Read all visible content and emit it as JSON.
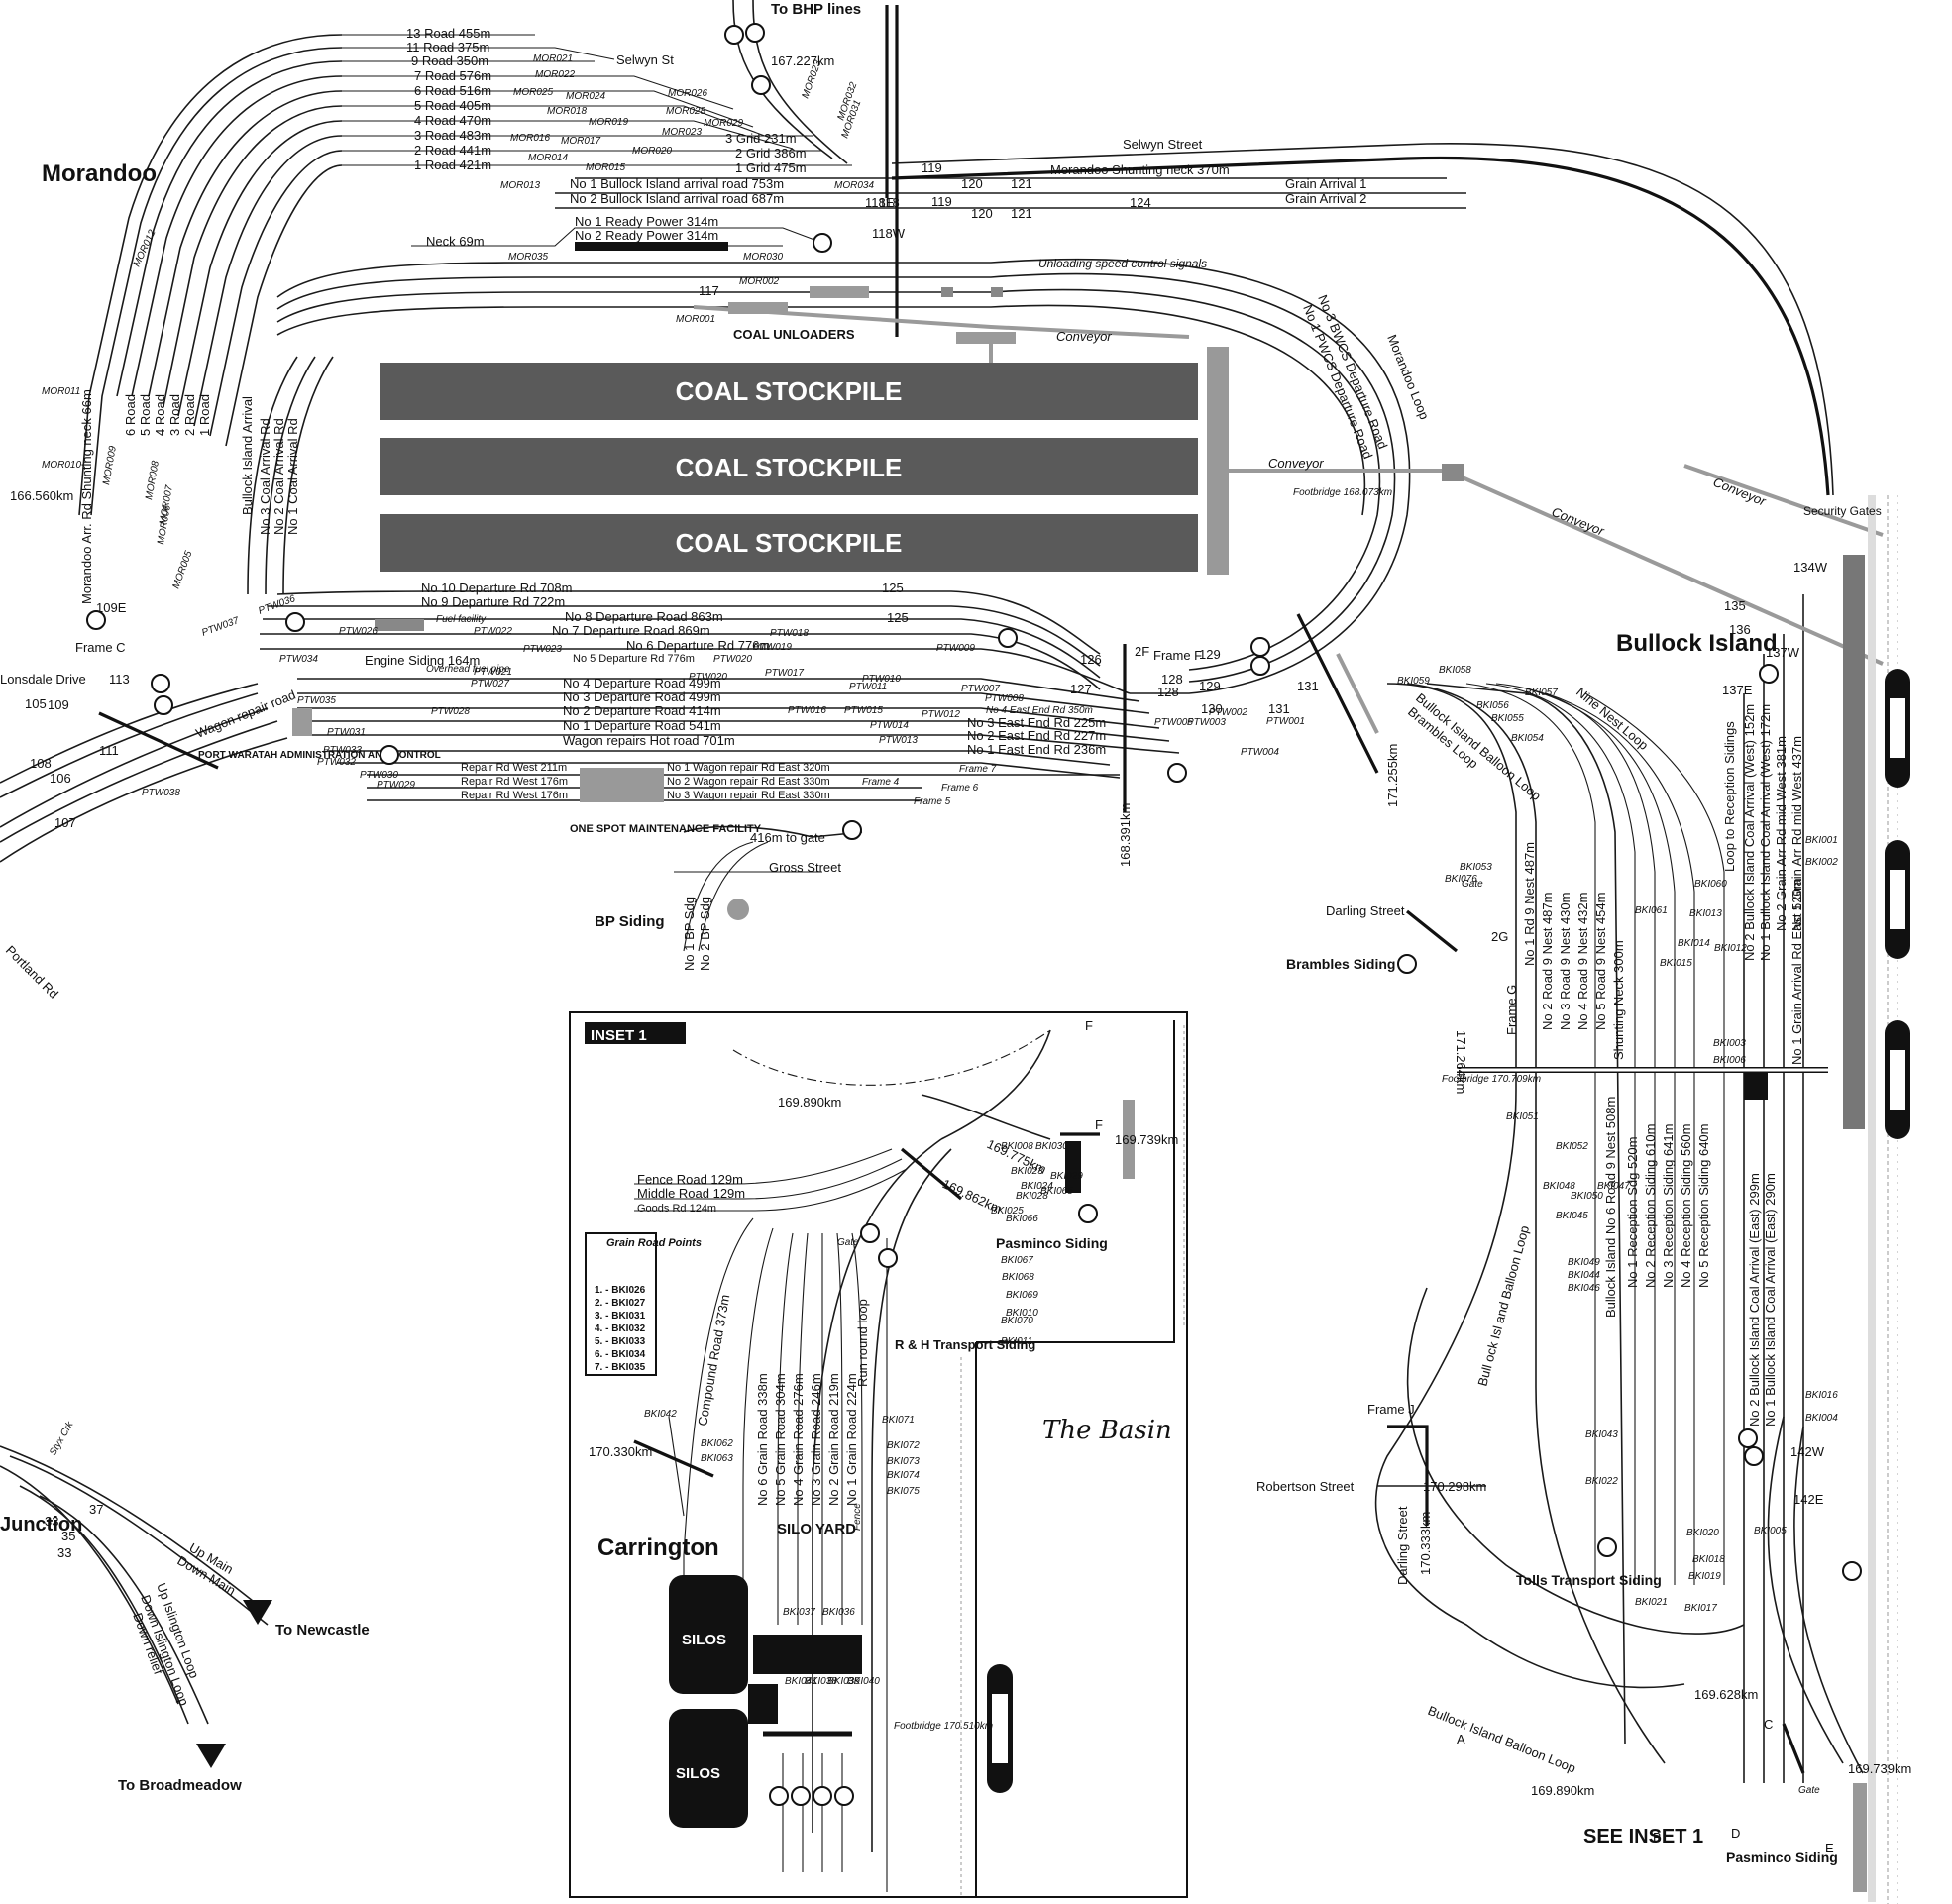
{
  "places": {
    "morandoo": "Morandoo",
    "bullock_island": "Bullock Island",
    "carrington": "Carrington",
    "the_basin": "The Basin",
    "to_bhp": "To BHP lines",
    "to_newcastle": "To Newcastle",
    "to_broadmeadow": "To Broadmeadow",
    "see_inset": "SEE INSET 1",
    "inset_title": "INSET 1",
    "silo_yard": "SILO YARD",
    "silos": "SILOS",
    "coal_unloaders": "COAL UNLOADERS",
    "port_waratah": "PORT WARATAH ADMINISTRATION AND CONTROL",
    "one_spot": "ONE SPOT MAINTENANCE FACILITY",
    "bp_siding": "BP Siding",
    "brambles_siding": "Brambles Siding",
    "tolls_siding": "Tolls Transport Siding",
    "pasminco_siding": "Pasminco Siding",
    "rh_siding": "R & H Transport Siding",
    "security_gates": "Security Gates",
    "fuel_facility": "Fuel facility",
    "unloading_signals": "Unloading speed control signals",
    "conveyor": "Conveyor",
    "footbridge_1": "Footbridge 168.073km",
    "footbridge_2": "Footbridge 170.709km",
    "footbridge_3": "Footbridge 170.510km"
  },
  "stockpiles": [
    "COAL STOCKPILE",
    "COAL STOCKPILE",
    "COAL STOCKPILE"
  ],
  "streets": {
    "selwyn_st": "Selwyn St",
    "selwyn_street": "Selwyn Street",
    "gross_street": "Gross Street",
    "darling_street": "Darling Street",
    "robertson_street": "Robertson Street",
    "darling_street_v": "Darling Street"
  },
  "km": {
    "k167": "167.227km",
    "k166": "166.560km",
    "k168": "168.391km",
    "k171a": "171.255km",
    "k171b": "171.264km",
    "k170298": "170.298km",
    "k170333": "170.333km",
    "k169628": "169.628km",
    "k169890": "169.890km",
    "k169739": "169.739km",
    "i169890": "169.890km",
    "i169775": "169.775km",
    "i169862": "169.862km",
    "i169739": "169.739km",
    "i170330": "170.330km",
    "k416": "416m to gate"
  },
  "morandoo_roads": [
    "13 Road 455m",
    "11 Road 375m",
    "9 Road 350m",
    "7 Road 576m",
    "6 Road 516m",
    "5 Road 405m",
    "4 Road 470m",
    "3 Road 483m",
    "2 Road 441m",
    "1 Road 421m"
  ],
  "grid_roads": [
    "3 Grid 231m",
    "2 Grid 386m",
    "1 Grid 475m"
  ],
  "arrival_roads": [
    "No 1 Bullock Island arrival road 753m",
    "No 2 Bullock Island arrival road 687m",
    "Morandoo Shunting neck 370m",
    "Grain Arrival 1",
    "Grain Arrival 2"
  ],
  "ready_power": [
    "No 1 Ready Power 314m",
    "No 2 Ready Power 314m",
    "Neck 69m"
  ],
  "departure_roads": [
    "No 10 Departure Rd 708m",
    "No 9 Departure Rd 722m",
    "No 8 Departure Road 863m",
    "No 7 Departure Road 869m",
    "No 6 Departure Rd 776m",
    "No 5 Departure Rd 776m",
    "No 4 Departure Road 499m",
    "No 3 Departure Road 499m",
    "No 2 Departure Road 414m",
    "No 1 Departure Road 541m",
    "Wagon repairs Hot road 701m",
    "Engine Siding 164m"
  ],
  "east_end": [
    "No 3 East End Rd 225m",
    "No 2 East End Rd 227m",
    "No 1 East End Rd 236m",
    "No 4 East End Rd 350m"
  ],
  "repair_roads": [
    "Repair Rd West 211m",
    "Repair Rd West 176m",
    "Repair Rd West 176m",
    "No 1 Wagon repair Rd East 320m",
    "No 2 Wagon repair Rd East 330m",
    "No 3 Wagon repair Rd East 330m",
    "Wagon repair road"
  ],
  "loop_labels": [
    "No 3 BWCS Departure Road",
    "No 1 PWCS Departure Road",
    "Morandoo Loop",
    "Nine Nest Loop",
    "Bullock Island Balloon Loop",
    "Brambles Loop",
    "Loop to Reception Sidings",
    "Bullock Island Balloon Loop",
    "Bull ock Isl and Balloon Loop"
  ],
  "vertical_roads": [
    "6 Road",
    "5 Road",
    "4 Road",
    "3 Road",
    "2 Road",
    "1 Road",
    "Bullock Island Arrival",
    "No 3 Coal Arrival Rd",
    "No 2 Coal Arrival Rd",
    "No 1 Coal Arrival Rd",
    "Morandoo Arr. Rd Shunting neck 66m"
  ],
  "nest_roads": [
    "No 1 Rd 9 Nest 487m",
    "No 2 Road 9 Nest 487m",
    "No 3 Road 9 Nest 430m",
    "No 4 Road 9 Nest 432m",
    "No 5 Road 9 Nest 454m",
    "Shunting Neck 300m"
  ],
  "reception_sidings": [
    "No 1 Reception Sdg 520m",
    "No 2 Reception Siding 610m",
    "No 3 Reception Siding 641m",
    "No 4 Reception Siding 560m",
    "No 5 Reception Siding 640m",
    "Bullock Island No 6 Road 9 Nest 508m"
  ],
  "grain_arrival": [
    "No 2 Bullock Island Coal Arrival (West) 152m",
    "No 1 Bullock Island Coal Arrival (West) 172m",
    "No 2 Grain Arr Rd mid West 381m",
    "No 1 Grain Arr Rd mid West 437m",
    "No 1 Grain Arrival Rd East 520m",
    "No 2 Bullock Island Coal Arrival (East) 299m",
    "No 1 Bullock Island Coal Arrival (East) 290m"
  ],
  "inset_roads": {
    "fence": "Fence Road 129m",
    "middle": "Middle Road 129m",
    "goods": "Goods Rd 124m",
    "compound": "Compound Road 373m",
    "run_round": "Run round loop",
    "fence_v": "Fence",
    "grain": [
      "No 6 Grain Road 338m",
      "No 5 Grain Road 304m",
      "No 4 Grain Road 276m",
      "No 3 Grain Road 246m",
      "No 2 Grain Road 219m",
      "No 1 Grain Road 224m"
    ]
  },
  "grain_points": {
    "title": "Grain Road Points",
    "items": [
      "1. - BKI026",
      "2. - BKI027",
      "3. - BKI031",
      "4. - BKI032",
      "5. - BKI033",
      "6. - BKI034",
      "7. - BKI035"
    ]
  },
  "junction_lines": [
    "Up Main",
    "Down Main",
    "Up Islington Loop",
    "Down Islington Loop",
    "Down relief",
    "Styx Crk"
  ],
  "signals": {
    "mor": [
      "MOR021",
      "MOR022",
      "MOR026",
      "MOR025",
      "MOR024",
      "MOR018",
      "MOR028",
      "MOR019",
      "MOR029",
      "MOR016",
      "MOR017",
      "MOR023",
      "MOR014",
      "MOR020",
      "MOR015",
      "MOR013",
      "MOR034",
      "MOR035",
      "MOR030",
      "MOR002",
      "MOR001",
      "MOR012",
      "MOR011",
      "MOR010",
      "MOR009",
      "MOR008",
      "MOR007",
      "MOR006",
      "MOR005",
      "MOR023",
      "MOR032",
      "MOR031"
    ],
    "ptw": [
      "PTW036",
      "PTW037",
      "PTW026",
      "PTW022",
      "PTW023",
      "PTW018",
      "PTW019",
      "PTW020",
      "PTW020",
      "PTW017",
      "PTW009",
      "PTW034",
      "PTW021",
      "PTW027",
      "PTW028",
      "PTW035",
      "PTW033",
      "PTW032",
      "PTW031",
      "PTW030",
      "PTW029",
      "PTW016",
      "PTW015",
      "PTW014",
      "PTW013",
      "PTW012",
      "PTW011",
      "PTW010",
      "PTW007",
      "PTW008",
      "PTW005",
      "PTW003",
      "PTW002",
      "PTW001",
      "PTW004",
      "PTW038"
    ],
    "bki": [
      "BKI059",
      "BKI058",
      "BKI057",
      "BKI056",
      "BKI055",
      "BKI054",
      "BKI053",
      "BKI076",
      "BKI061",
      "BKI060",
      "BKI015",
      "BKI014",
      "BKI013",
      "BKI012",
      "BKI001",
      "BKI002",
      "BKI003",
      "BKI006",
      "BKI051",
      "BKI052",
      "BKI048",
      "BKI045",
      "BKI050",
      "BKI047",
      "BKI049",
      "BKI044",
      "BKI046",
      "BKI043",
      "BKI022",
      "BKI021",
      "BKI020",
      "BKI018",
      "BKI019",
      "BKI017",
      "BKI016",
      "BKI004",
      "BKI005",
      "BKI008",
      "BKI023",
      "BKI024",
      "BKI025",
      "BKI028",
      "BKI029",
      "BKI030",
      "BKI065",
      "BKI066",
      "BKI067",
      "BKI068",
      "BKI069",
      "BKI070",
      "BKI010",
      "BKI011",
      "BKI071",
      "BKI072",
      "BKI073",
      "BKI074",
      "BKI075",
      "BKI042",
      "BKI062",
      "BKI063",
      "BKI037",
      "BKI036",
      "BKI041",
      "BKI038",
      "BKI039",
      "BKI040"
    ]
  },
  "frames": [
    "Frame C",
    "Frame F",
    "Frame G",
    "Frame J",
    "Frame 4",
    "Frame 5",
    "Frame 6",
    "Frame 7"
  ],
  "numbers": [
    "119",
    "120",
    "121",
    "119",
    "120",
    "121",
    "124",
    "117",
    "118",
    "118E",
    "118W",
    "125",
    "125",
    "126",
    "127",
    "128",
    "129",
    "128",
    "129",
    "130",
    "131",
    "131",
    "109E",
    "113",
    "105",
    "108",
    "106",
    "107",
    "111",
    "109",
    "134W",
    "135",
    "136",
    "137W",
    "137E",
    "142W",
    "142E",
    "2F",
    "2G",
    "33",
    "37",
    "35",
    "33",
    "A",
    "B",
    "C",
    "D",
    "E",
    "F",
    "F"
  ],
  "misc": [
    "Overhead fuel pipe",
    "Gate",
    "Gate",
    "Gate",
    "Lonsdale Drive",
    "Portland Rd",
    "Junction",
    "No 1 BP Sdg",
    "No 2 BP Sdg"
  ],
  "colors": {
    "stockpile": "#5a5a5a",
    "conveyor": "#9a9a9a",
    "track": "#1a1a1a",
    "silo": "#111111"
  }
}
